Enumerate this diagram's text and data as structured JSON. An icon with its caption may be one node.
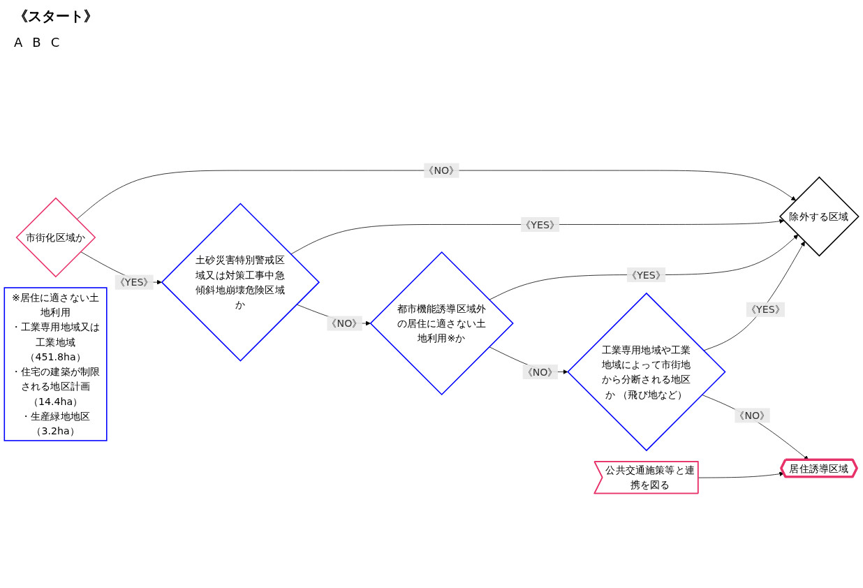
{
  "diagram": {
    "title": "《スタート》",
    "nodes": [
      {
        "text": [
          "市街化区域か"
        ]
      },
      {
        "text": [
          "土砂災害特別警戒区域又は対策工事中急傾斜地崩壊危険区域か"
        ]
      },
      {
        "text": [
          "都市機能誘導区域外の居住に適さない土地利用※か"
        ]
      },
      {
        "text": [
          "工業専用地域や工業地域によって市街地から分断される地区か （飛び地など）"
        ]
      },
      {
        "text": [
          "除外する区域"
        ]
      },
      {
        "text": [
          "居住誘導区域"
        ]
      },
      {
        "text": [
          "公共交通施策等と連携を図る"
        ]
      },
      {
        "text": [
          "※居住に適さない土地利用",
          "・工業専用地域又は工業地域（451.8ha）",
          "・住宅の建築が制限される地区計画（14.4ha）",
          "・生産緑地地区（3.2ha）"
        ]
      }
    ],
    "edges": [
      {
        "from": 0,
        "to": 1,
        "arrow": "to",
        "label": "《YES》"
      },
      {
        "from": 0,
        "to": 4,
        "arrow": "to",
        "label": "《NO》"
      },
      {
        "from": 1,
        "to": 4,
        "arrow": "to",
        "label": "《YES》"
      },
      {
        "from": 1,
        "to": 2,
        "arrow": "to",
        "label": "《NO》"
      },
      {
        "from": 2,
        "to": 4,
        "arrow": "to",
        "label": "《YES》"
      },
      {
        "from": 2,
        "to": 3,
        "arrow": "to",
        "label": "《NO》"
      },
      {
        "from": 3,
        "to": 4,
        "arrow": "to",
        "label": "《YES》"
      },
      {
        "from": 3,
        "to": 5,
        "arrow": "to",
        "label": "《NO》"
      },
      {
        "from": 6,
        "to": 5,
        "arrow": "to"
      }
    ],
    "labels": [
      "A",
      "B",
      "C"
    ]
  }
}
